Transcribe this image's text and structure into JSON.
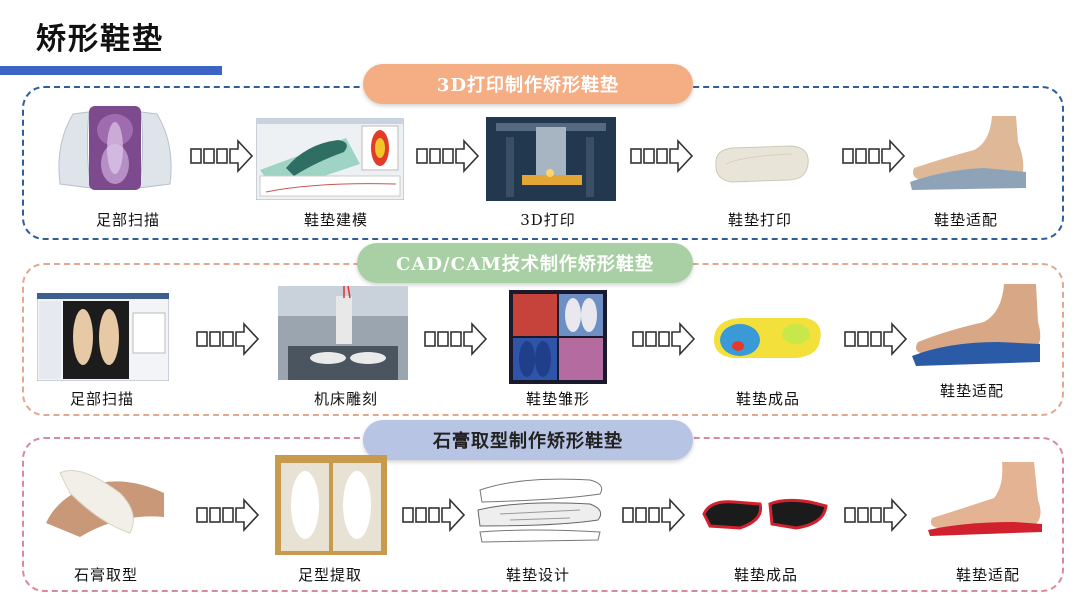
{
  "title": "矫形鞋垫",
  "colors": {
    "title_bar": "#3b64c4",
    "section1_border": "#2f5e99",
    "section2_border": "#e2a98f",
    "section3_border": "#d98a9a"
  },
  "sections": [
    {
      "heading": "3D打印制作矫形鞋垫",
      "steps": [
        "足部扫描",
        "鞋垫建模",
        "3D打印",
        "鞋垫打印",
        "鞋垫适配"
      ]
    },
    {
      "heading": "CAD/CAM技术制作矫形鞋垫",
      "steps": [
        "足部扫描",
        "机床雕刻",
        "鞋垫雏形",
        "鞋垫成品",
        "鞋垫适配"
      ]
    },
    {
      "heading": "石膏取型制作矫形鞋垫",
      "steps": [
        "石膏取型",
        "足型提取",
        "鞋垫设计",
        "鞋垫成品",
        "鞋垫适配"
      ]
    }
  ]
}
